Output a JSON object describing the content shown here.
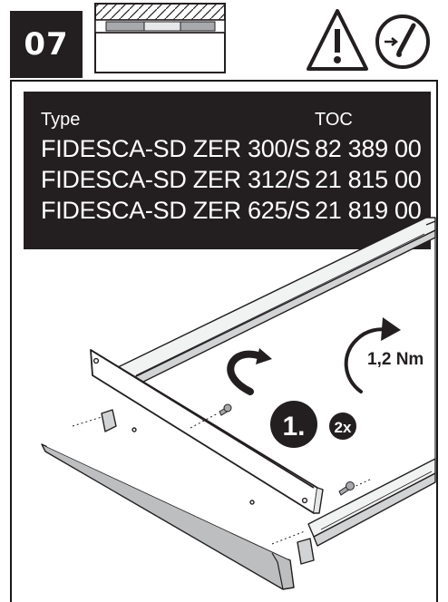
{
  "step": {
    "number": "07"
  },
  "spec_table": {
    "headers": {
      "type": "Type",
      "toc": "TOC"
    },
    "rows": [
      {
        "type": "FIDESCA-SD ZER 300/S",
        "toc": "82 389 00"
      },
      {
        "type": "FIDESCA-SD ZER 312/S",
        "toc": "21 815 00"
      },
      {
        "type": "FIDESCA-SD ZER 625/S",
        "toc": "21 819 00"
      }
    ]
  },
  "illustration": {
    "torque": "1,2 Nm",
    "step_marker": "1.",
    "quantity": "2x"
  },
  "icons": [
    "warning-icon",
    "power-switch-off-icon",
    "rotate-clockwise-icon",
    "screw-icon"
  ]
}
